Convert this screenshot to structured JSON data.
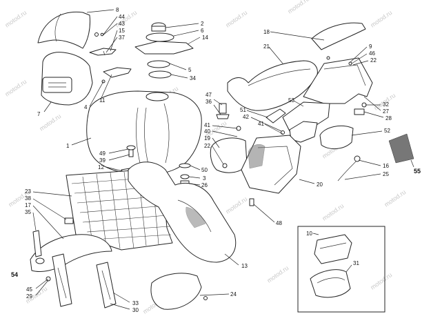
{
  "watermark": "motod.ru",
  "callouts": {
    "c8": "8",
    "c44": "44",
    "c43": "43",
    "c15": "15",
    "c37": "37",
    "c11": "11",
    "c4": "4",
    "c7": "7",
    "c1": "1",
    "c2": "2",
    "c6": "6",
    "c14": "14",
    "c5": "5",
    "c34": "34",
    "c18": "18",
    "c9": "9",
    "c46": "46",
    "c22a": "22",
    "c21": "21",
    "c53": "53",
    "c27": "27",
    "c32": "32",
    "c28": "28",
    "c52": "52",
    "c47": "47",
    "c36": "36",
    "c51": "51",
    "c42": "42",
    "c41a": "41",
    "c41b": "41",
    "c40": "40",
    "c19": "19",
    "c22b": "22",
    "c49": "49",
    "c39": "39",
    "c12": "12",
    "c50": "50",
    "c3": "3",
    "c26": "26",
    "c20": "20",
    "c16": "16",
    "c25": "25",
    "c55": "55",
    "c23": "23",
    "c38": "38",
    "c17": "17",
    "c35": "35",
    "c48": "48",
    "c13": "13",
    "c10": "10",
    "c31": "31",
    "c54": "54",
    "c45": "45",
    "c29": "29",
    "c33": "33",
    "c30": "30",
    "c24": "24"
  }
}
